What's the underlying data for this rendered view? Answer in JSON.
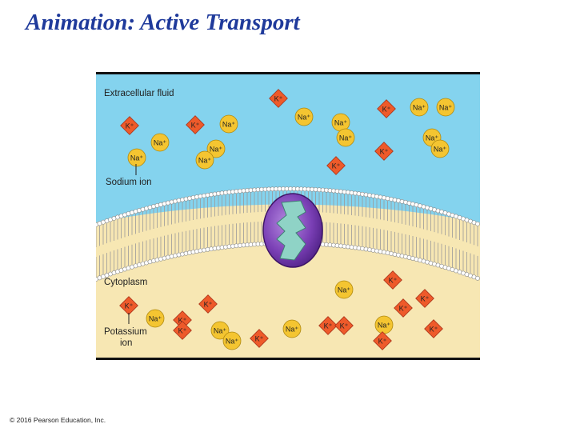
{
  "slide": {
    "title": "Animation: Active Transport",
    "copyright": "© 2016 Pearson Education, Inc."
  },
  "figure": {
    "labels": {
      "extracellular": "Extracellular fluid",
      "sodium_ion": "Sodium ion",
      "cytoplasm": "Cytoplasm",
      "potassium_ion_line1": "Potassium",
      "potassium_ion_line2": "ion"
    },
    "ion_text": {
      "na": "Na⁺",
      "k": "K⁺"
    },
    "colors": {
      "extracellular_fluid": "#84d3ee",
      "cytoplasm": "#f7e7b3",
      "sodium_ion": "#f4c531",
      "potassium_ion": "#ee5a2a",
      "pump_protein": "#7a3fb5",
      "pump_channel": "#8fd3c6",
      "membrane_head": "#ffffff"
    },
    "icons": {
      "sodium_ion": "yellow-circle",
      "potassium_ion": "orange-diamond",
      "pump": "purple-transport-protein"
    }
  }
}
